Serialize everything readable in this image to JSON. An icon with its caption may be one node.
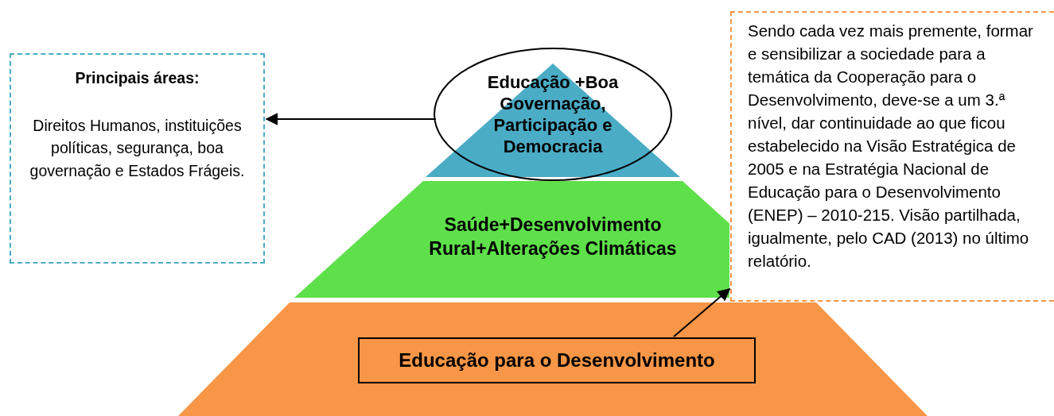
{
  "diagram": {
    "nodes": [
      {
        "text": [
          "Principais áreas:",
          "Direitos Humanos, instituições políticas, segurança, boa governação e Estados Frágeis."
        ]
      },
      {
        "text": [
          "Educação +Boa Governação, Participação e Democracia"
        ]
      },
      {
        "text": [
          "Saúde+Desenvolvimento Rural+Alterações Climáticas"
        ]
      },
      {
        "text": [],
        "shape": "trapezoid"
      },
      {
        "text": [
          "Educação para o Desenvolvimento"
        ],
        "in": 3
      },
      {
        "text": [
          "Sendo cada vez mais premente, formar e sensibilizar a sociedade para a temática da Cooperação para o Desenvolvimento, deve-se a um 3.ª nível, dar continuidade ao que ficou estabelecido na Visão Estratégica de 2005 e na Estratégia Nacional de Educação para o Desenvolvimento (ENEP) – 2010-215. Visão partilhada, igualmente, pelo CAD (2013) no último relatório."
        ]
      }
    ],
    "edges": [
      {
        "from": 1,
        "to": 0,
        "arrow": "to"
      },
      {
        "from": 4,
        "to": 5,
        "arrow": "to"
      }
    ]
  }
}
